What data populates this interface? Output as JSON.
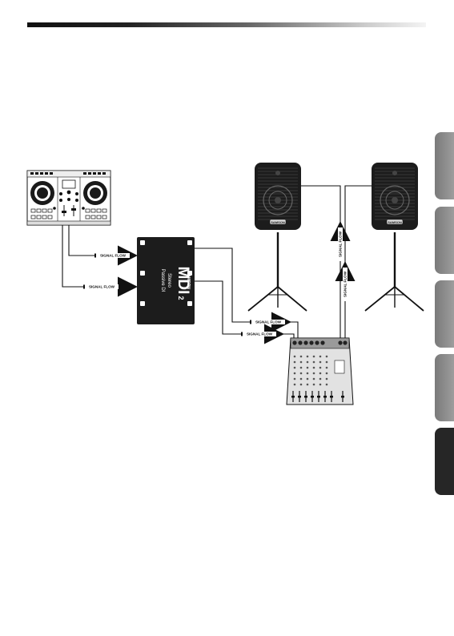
{
  "signal_flow_label": "SIGNAL FLOW",
  "di_box": {
    "model": "MDI",
    "model_suffix": "2",
    "line1": "Stereo",
    "line2": "Passive DI",
    "brand": "SAMSON"
  },
  "speaker_brand": "SAMSON",
  "colors": {
    "tab_gray": "#8a8a8a",
    "tab_active": "#262626",
    "device_black": "#1c1c1c"
  }
}
